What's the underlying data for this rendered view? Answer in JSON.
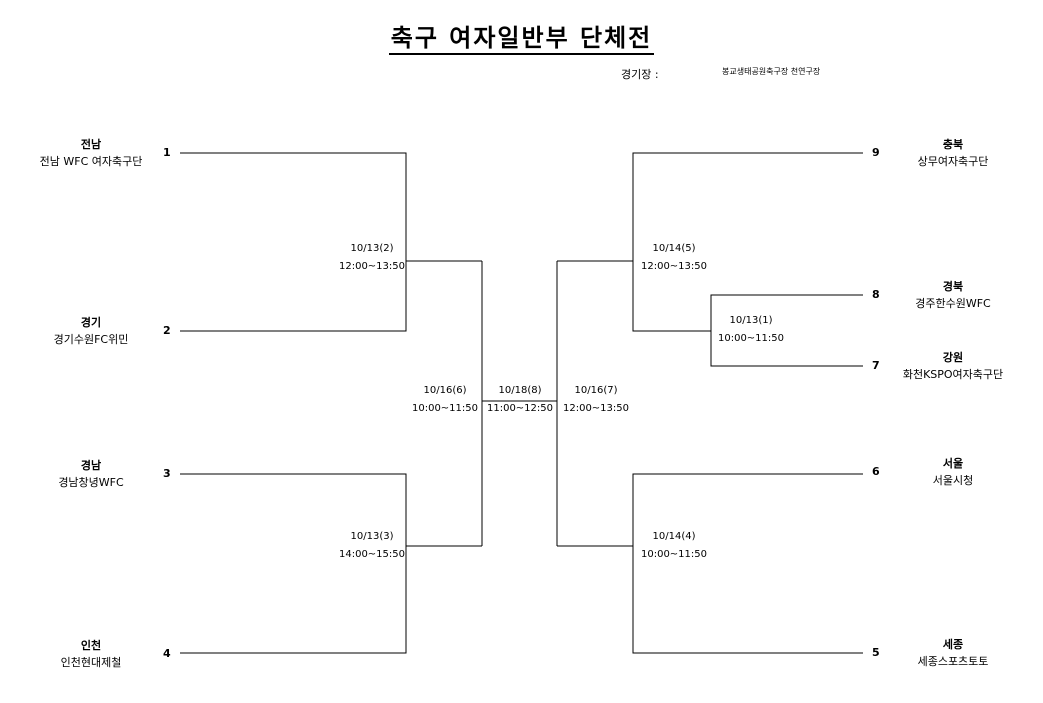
{
  "header": {
    "title": "축구 여자일반부 단체전",
    "venue_label": "경기장 :",
    "venue": "봉교생태공원축구장 천연구장"
  },
  "teams": {
    "t1": {
      "seed": "1",
      "region": "전남",
      "club": "전남 WFC 여자축구단"
    },
    "t2": {
      "seed": "2",
      "region": "경기",
      "club": "경기수원FC위민"
    },
    "t3": {
      "seed": "3",
      "region": "경남",
      "club": "경남창녕WFC"
    },
    "t4": {
      "seed": "4",
      "region": "인천",
      "club": "인천현대제철"
    },
    "t9": {
      "seed": "9",
      "region": "충북",
      "club": "상무여자축구단"
    },
    "t8": {
      "seed": "8",
      "region": "경북",
      "club": "경주한수원WFC"
    },
    "t7": {
      "seed": "7",
      "region": "강원",
      "club": "화천KSPO여자축구단"
    },
    "t6": {
      "seed": "6",
      "region": "서울",
      "club": "서울시청"
    },
    "t5": {
      "seed": "5",
      "region": "세종",
      "club": "세종스포츠토토"
    }
  },
  "matches": {
    "m2": {
      "date": "10/13(2)",
      "time": "12:00~13:50"
    },
    "m3": {
      "date": "10/13(3)",
      "time": "14:00~15:50"
    },
    "m1": {
      "date": "10/13(1)",
      "time": "10:00~11:50"
    },
    "m5": {
      "date": "10/14(5)",
      "time": "12:00~13:50"
    },
    "m4": {
      "date": "10/14(4)",
      "time": "10:00~11:50"
    },
    "m6": {
      "date": "10/16(6)",
      "time": "10:00~11:50"
    },
    "m7": {
      "date": "10/16(7)",
      "time": "12:00~13:50"
    },
    "m8": {
      "date": "10/18(8)",
      "time": "11:00~12:50"
    }
  }
}
